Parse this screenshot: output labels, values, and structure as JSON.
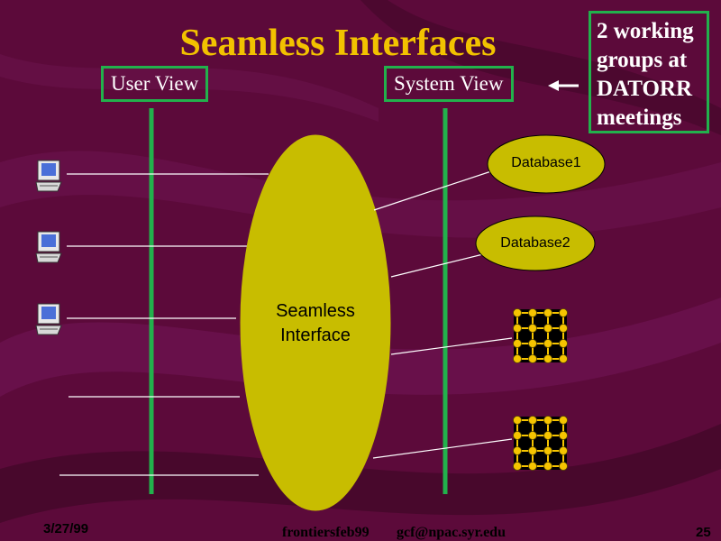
{
  "slide": {
    "title": "Seamless Interfaces",
    "user_view_label": "User View",
    "system_view_label": "System View",
    "note_lines": [
      "2 working",
      "groups at",
      "DATORR",
      "meetings"
    ],
    "seamless_interface_lines": [
      "Seamless",
      "Interface"
    ],
    "database_labels": [
      "Database1",
      "Database2"
    ],
    "footer": {
      "date": "3/27/99",
      "file": "frontiersfeb99",
      "email": "gcf@npac.syr.edu",
      "page": "25"
    }
  },
  "colors": {
    "background": "#5c0a3a",
    "title": "#f2c200",
    "ellipse": "#c8bd00",
    "green_line": "#22b14c",
    "grid_node": "#f5c400"
  },
  "icons": [
    "computer-icon",
    "computer-icon",
    "computer-icon",
    "grid-mesh-icon",
    "grid-mesh-icon",
    "left-arrow-icon"
  ]
}
